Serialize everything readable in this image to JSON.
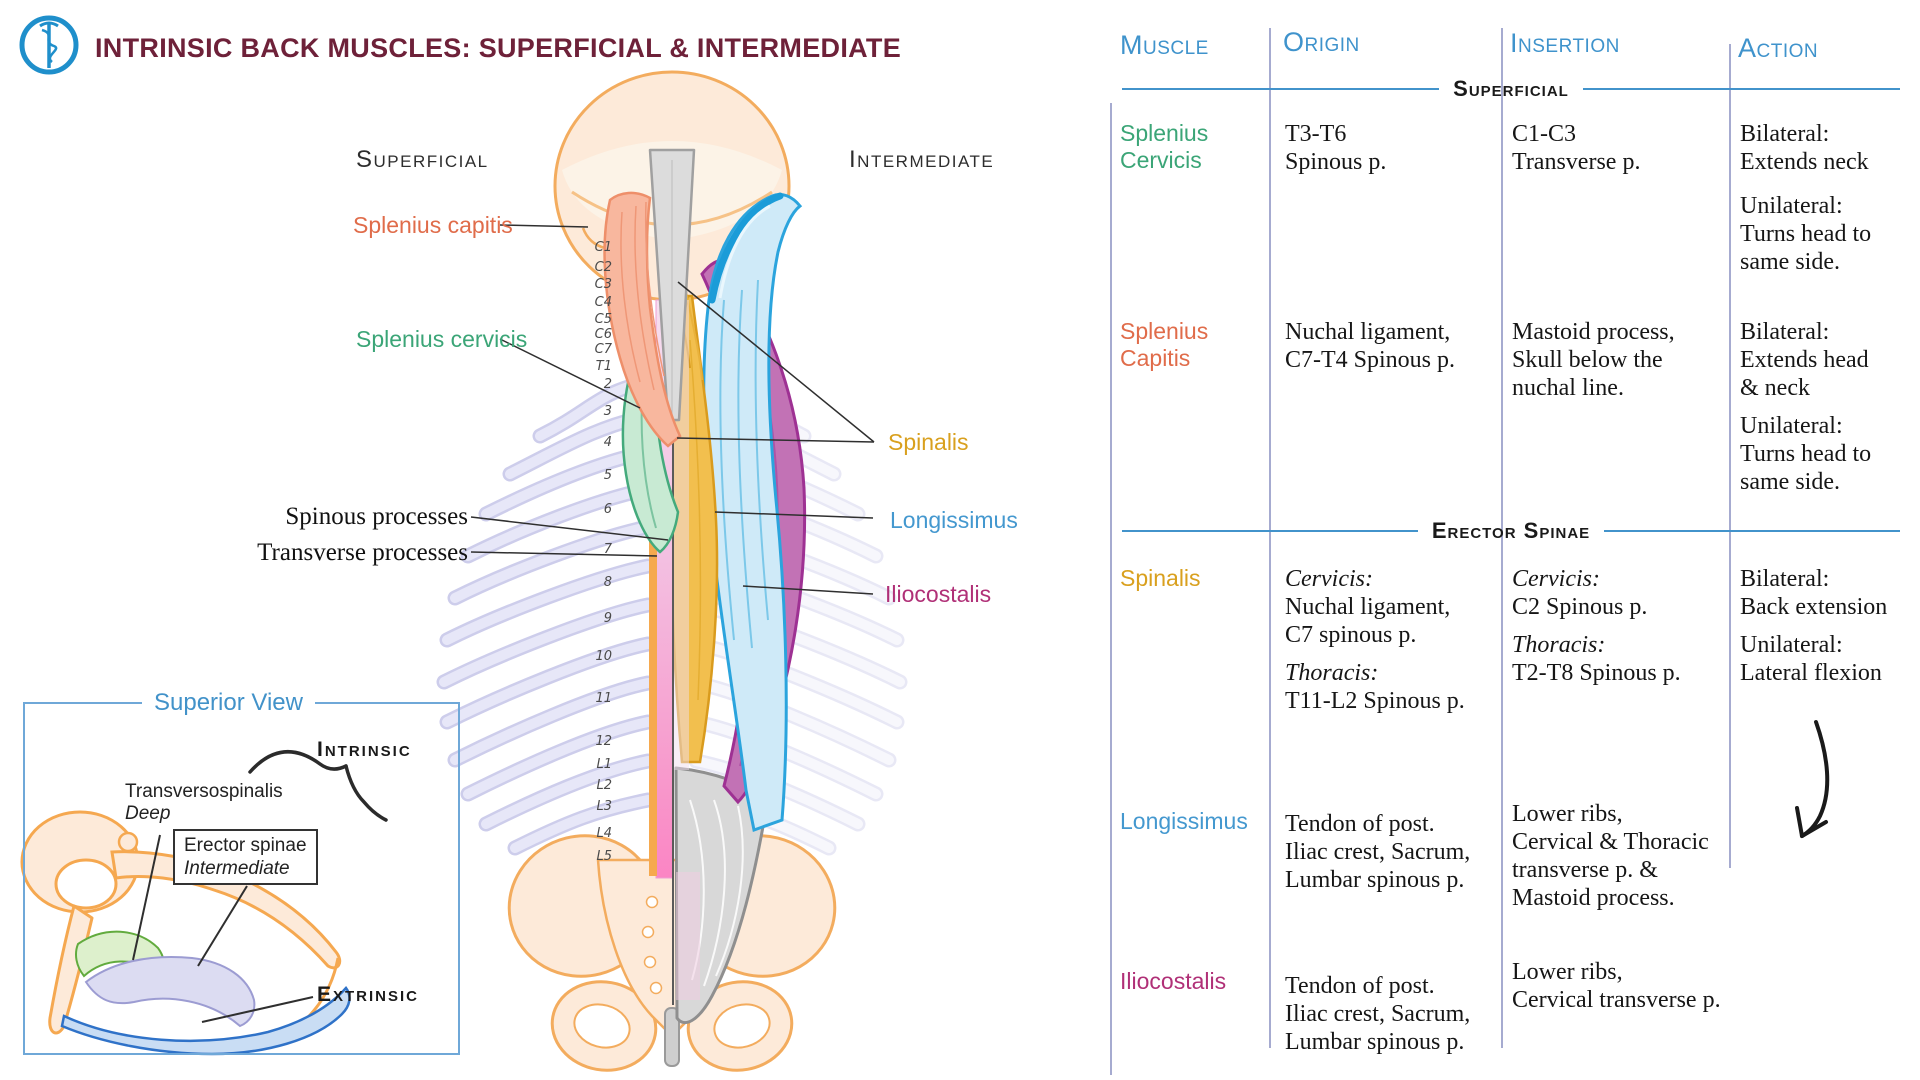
{
  "header": {
    "title": "INTRINSIC BACK MUSCLES: SUPERFICIAL & INTERMEDIATE",
    "logo_icon": "staff-of-asclepius"
  },
  "colors": {
    "title_maroon": "#6e2139",
    "accent_blue": "#3f93cc",
    "table_rule": "#a6abd0",
    "splenius_capitis": "#e06c4a",
    "splenius_cervicis": "#3ba577",
    "spinalis": "#d9a01e",
    "longissimus": "#4498cf",
    "iliocostalis": "#b03077"
  },
  "figure": {
    "headings": {
      "superficial": "Superficial",
      "intermediate": "Intermediate"
    },
    "labels": {
      "splenius_capitis": "Splenius capitis",
      "splenius_cervicis": "Splenius cervicis",
      "spinalis": "Spinalis",
      "longissimus": "Longissimus",
      "iliocostalis": "Iliocostalis",
      "spinous_processes": "Spinous processes",
      "transverse_processes": "Transverse processes"
    },
    "vertebrae": [
      "C1",
      "C2",
      "C3",
      "C4",
      "C5",
      "C6",
      "C7",
      "T1",
      "2",
      "3",
      "4",
      "5",
      "6",
      "7",
      "8",
      "9",
      "10",
      "11",
      "12",
      "L1",
      "L2",
      "L3",
      "L4",
      "L5"
    ],
    "inset": {
      "title": "Superior View",
      "intrinsic": "Intrinsic",
      "extrinsic": "Extrinsic",
      "transversospinalis": "Transversospinalis",
      "transversospinalis_depth": "Deep",
      "erector_spinae": "Erector spinae",
      "erector_depth": "Intermediate"
    }
  },
  "table": {
    "columns": [
      "Muscle",
      "Origin",
      "Insertion",
      "Action"
    ],
    "section_superficial": "Superficial",
    "section_erector": "Erector Spinae",
    "rows": [
      {
        "name": [
          "Splenius",
          "Cervicis"
        ],
        "origin": [
          "T3-T6",
          "Spinous p."
        ],
        "insertion": [
          "C1-C3",
          "Transverse p."
        ],
        "action": [
          "Bilateral:",
          "Extends neck",
          "Unilateral:",
          "Turns head to",
          "same side."
        ]
      },
      {
        "name": [
          "Splenius",
          "Capitis"
        ],
        "origin": [
          "Nuchal ligament,",
          "C7-T4 Spinous p."
        ],
        "insertion": [
          "Mastoid process,",
          "Skull below the",
          "nuchal line."
        ],
        "action": [
          "Bilateral:",
          "Extends head",
          "& neck",
          "Unilateral:",
          "Turns head to",
          "same side."
        ]
      },
      {
        "name": [
          "Spinalis"
        ],
        "origin": [
          "Cervicis:",
          "Nuchal ligament,",
          "C7 spinous p.",
          "Thoracis:",
          "T11-L2 Spinous p."
        ],
        "insertion": [
          "Cervicis:",
          "C2 Spinous p.",
          "Thoracis:",
          "T2-T8 Spinous p."
        ],
        "action": [
          "Bilateral:",
          "Back extension",
          "Unilateral:",
          "Lateral flexion"
        ]
      },
      {
        "name": [
          "Longissimus"
        ],
        "origin": [
          "Tendon of post.",
          "Iliac crest, Sacrum,",
          "Lumbar spinous p."
        ],
        "insertion": [
          "Lower ribs,",
          "Cervical & Thoracic",
          "transverse p. &",
          "Mastoid process."
        ]
      },
      {
        "name": [
          "Iliocostalis"
        ],
        "origin": [
          "Tendon of post.",
          "Iliac crest, Sacrum,",
          "Lumbar spinous p."
        ],
        "insertion": [
          "Lower ribs,",
          "Cervical transverse p."
        ]
      }
    ]
  }
}
